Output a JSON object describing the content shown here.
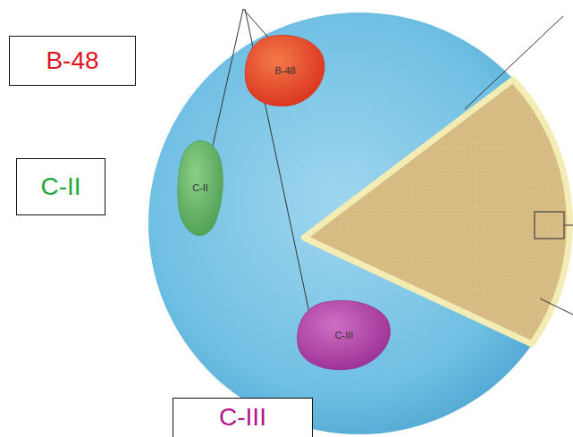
{
  "diagram": {
    "nodes": [
      {
        "text": [
          "B-48"
        ]
      },
      {
        "text": [
          "B-48"
        ]
      },
      {
        "text": [
          "C-II"
        ]
      },
      {
        "text": [
          "C-II"
        ]
      },
      {
        "text": [
          "C-III"
        ]
      },
      {
        "text": [
          "C-III"
        ]
      }
    ]
  }
}
